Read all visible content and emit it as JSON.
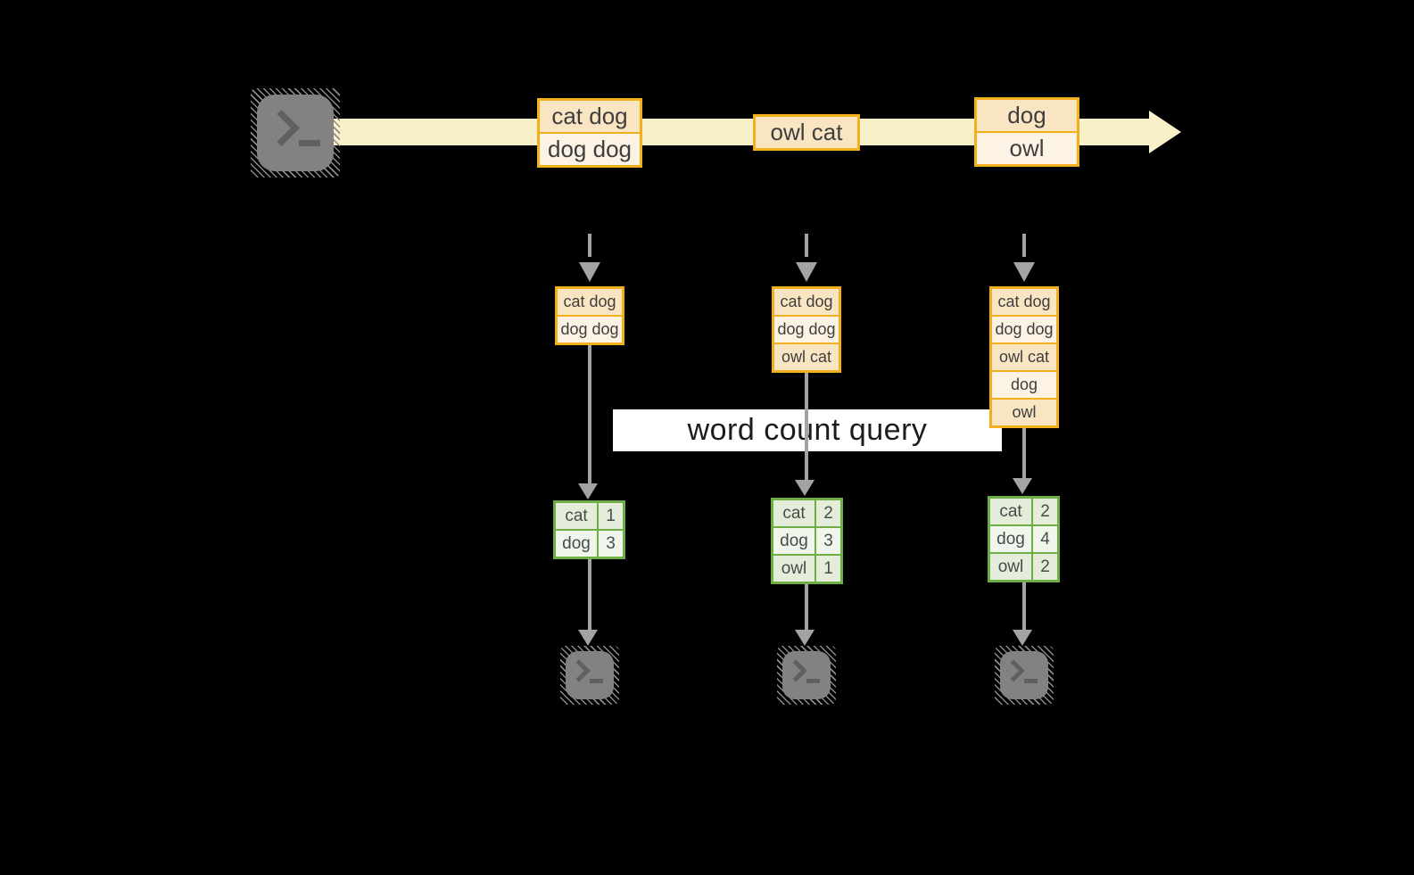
{
  "diagram": {
    "label": "word count query",
    "stream_batches": [
      {
        "cells": [
          "cat dog",
          "dog dog"
        ]
      },
      {
        "cells": [
          "owl cat"
        ]
      },
      {
        "cells": [
          "dog",
          "owl"
        ]
      }
    ],
    "state_snapshots": [
      {
        "cells": [
          "cat dog",
          "dog dog"
        ]
      },
      {
        "cells": [
          "cat dog",
          "dog dog",
          "owl cat"
        ]
      },
      {
        "cells": [
          "cat dog",
          "dog dog",
          "owl cat",
          "dog",
          "owl"
        ]
      }
    ],
    "result_tables": [
      {
        "rows": [
          {
            "word": "cat",
            "count": "1"
          },
          {
            "word": "dog",
            "count": "3"
          }
        ]
      },
      {
        "rows": [
          {
            "word": "cat",
            "count": "2"
          },
          {
            "word": "dog",
            "count": "3"
          },
          {
            "word": "owl",
            "count": "1"
          }
        ]
      },
      {
        "rows": [
          {
            "word": "cat",
            "count": "2"
          },
          {
            "word": "dog",
            "count": "4"
          },
          {
            "word": "owl",
            "count": "2"
          }
        ]
      }
    ],
    "icons": {
      "source": "terminal-icon",
      "sinks": [
        "terminal-icon",
        "terminal-icon",
        "terminal-icon"
      ]
    },
    "colors": {
      "stream_band": "#FAF0C8",
      "box_border": "#F2B01C",
      "box_fill_dark": "#FAE5C3",
      "box_fill_light": "#FDF3E4",
      "table_border": "#6FAE44",
      "table_fill_dark": "#E4ECDA",
      "table_fill_light": "#F1F6EC",
      "arrow_gray": "#A3A3A3",
      "icon_gray": "#828282",
      "text": "#3E3E3E",
      "background": "#000000"
    }
  }
}
